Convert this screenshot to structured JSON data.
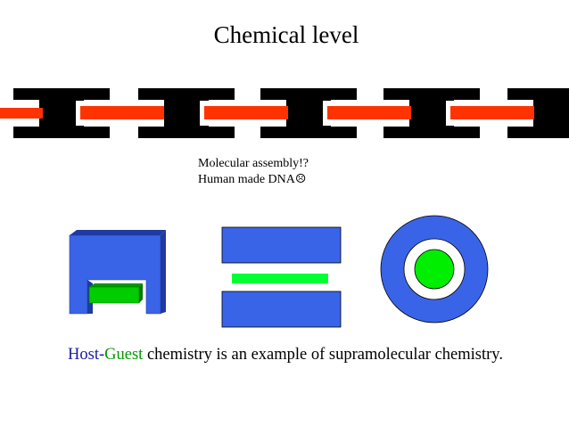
{
  "title": "Chemical level",
  "notes": [
    "Molecular assembly!?",
    "Human made DNA☹"
  ],
  "caption": {
    "host": "Host",
    "dash": "-",
    "guest": "Guest",
    "rest": " chemistry is an example of supramolecular chemistry."
  },
  "colors": {
    "host_blue": "#3a64e8",
    "host_dark_blue": "#1f3aa0",
    "guest_green": "#00cc00",
    "bright_green": "#00ff33",
    "chain_black": "#000000",
    "chain_red": "#ff3300",
    "host_word": "#1a1aa0",
    "guest_word": "#009900"
  }
}
